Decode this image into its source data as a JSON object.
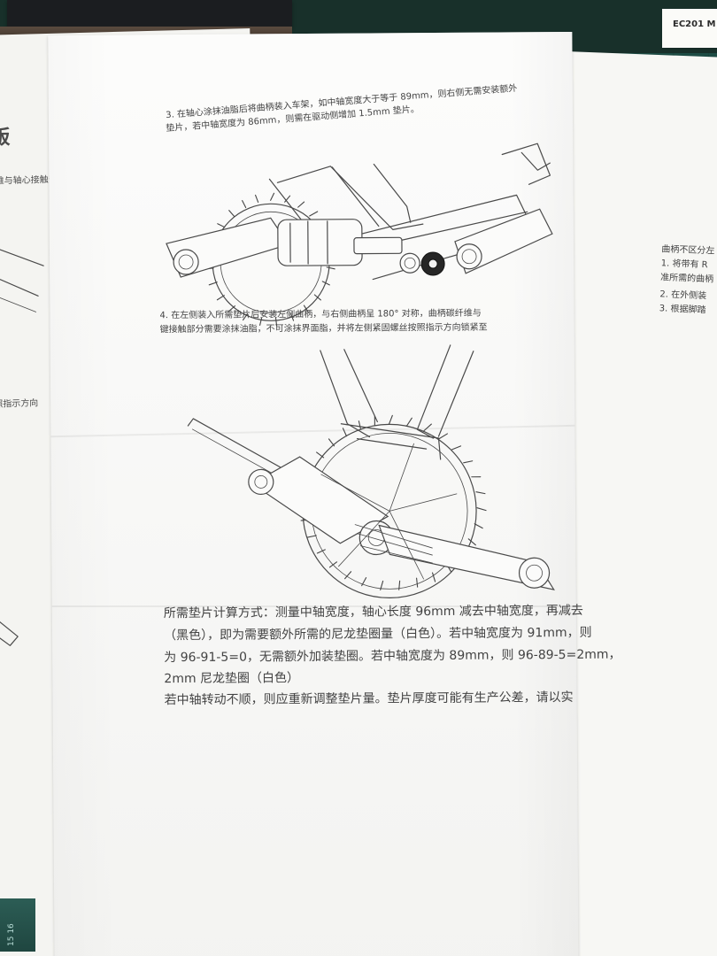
{
  "header": {
    "right_code": "EC201 M"
  },
  "left_page": {
    "title": "版",
    "line_1": "纤维与轴心接触部",
    "line_2": "照指示方向"
  },
  "main_page": {
    "step3_line1": "3. 在轴心涂抹油脂后将曲柄装入车架，如中轴宽度大于等于 89mm，则右侧无需安装额外",
    "step3_line2": "垫片，若中轴宽度为 86mm，则需在驱动侧增加 1.5mm 垫片。",
    "step4_line1": "4. 在左侧装入所需垫片后安装左侧曲柄，与右侧曲柄呈 180° 对称，曲柄碳纤维与",
    "step4_line2": "键接触部分需要涂抹油脂，不可涂抹界面脂，并将左侧紧固螺丝按照指示方向锁紧至",
    "calc_line1": "所需垫片计算方式：测量中轴宽度，轴心长度 96mm 减去中轴宽度，再减去",
    "calc_line2": "（黑色），即为需要额外所需的尼龙垫圈量（白色）。若中轴宽度为 91mm，则",
    "calc_line3": "为 96-91-5=0，无需额外加装垫圈。若中轴宽度为 89mm，则 96-89-5=2mm，",
    "calc_line4": "2mm 尼龙垫圈（白色）",
    "calc_line5": "若中轴转动不顺，则应重新调整垫片量。垫片厚度可能有生产公差，请以实"
  },
  "right_page": {
    "line_1": "曲柄不区分左",
    "line_2": "1.  将带有 R",
    "line_3": "准所需的曲柄",
    "line_4": "2.  在外侧装",
    "line_5": "3.  根据脚踏"
  },
  "corner": {
    "ruler_text": "15 16"
  }
}
